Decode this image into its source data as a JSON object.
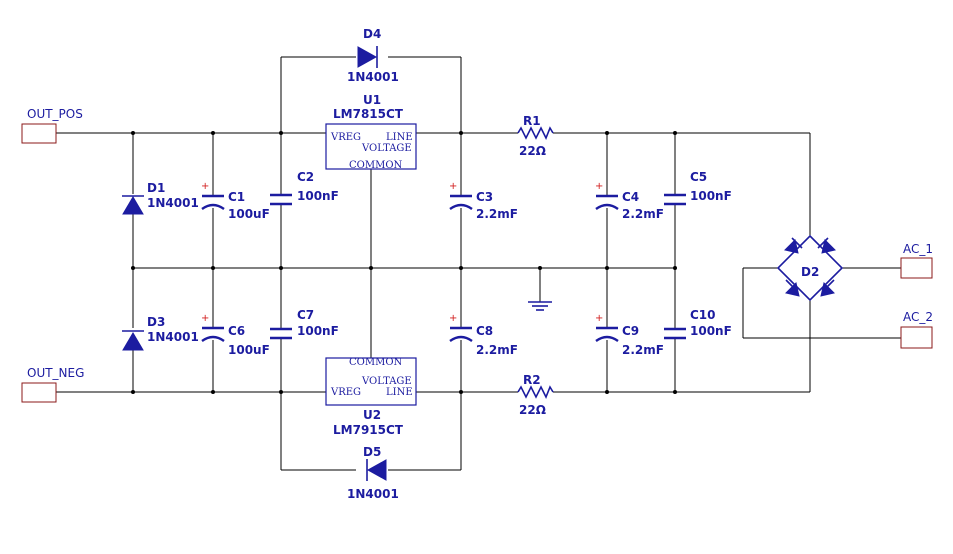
{
  "ports": {
    "out_pos": "OUT_POS",
    "out_neg": "OUT_NEG",
    "ac_1": "AC_1",
    "ac_2": "AC_2"
  },
  "components": {
    "D1": {
      "ref": "D1",
      "value": "1N4001"
    },
    "D3": {
      "ref": "D3",
      "value": "1N4001"
    },
    "D4": {
      "ref": "D4",
      "value": "1N4001"
    },
    "D5": {
      "ref": "D5",
      "value": "1N4001"
    },
    "D2": {
      "ref": "D2"
    },
    "C1": {
      "ref": "C1",
      "value": "100uF"
    },
    "C6": {
      "ref": "C6",
      "value": "100uF"
    },
    "C2": {
      "ref": "C2",
      "value": "100nF"
    },
    "C7": {
      "ref": "C7",
      "value": "100nF"
    },
    "C3": {
      "ref": "C3",
      "value": "2.2mF"
    },
    "C8": {
      "ref": "C8",
      "value": "2.2mF"
    },
    "C4": {
      "ref": "C4",
      "value": "2.2mF"
    },
    "C9": {
      "ref": "C9",
      "value": "2.2mF"
    },
    "C5": {
      "ref": "C5",
      "value": "100nF"
    },
    "C10": {
      "ref": "C10",
      "value": "100nF"
    },
    "R1": {
      "ref": "R1",
      "value": "22Ω"
    },
    "R2": {
      "ref": "R2",
      "value": "22Ω"
    },
    "U1": {
      "ref": "U1",
      "value": "LM7815CT",
      "pin_vreg": "VREG",
      "pin_line": "LINE",
      "pin_voltage": "VOLTAGE",
      "pin_common": "COMMON"
    },
    "U2": {
      "ref": "U2",
      "value": "LM7915CT",
      "pin_vreg": "VREG",
      "pin_line": "LINE",
      "pin_voltage": "VOLTAGE",
      "pin_common": "COMMON"
    }
  },
  "polarity_mark": "+",
  "colors": {
    "wire": "#000000",
    "component": "#1c1ca0",
    "text": "#1c1ca0",
    "polarity": "#d21e1e",
    "port_border": "#8b1a1a"
  }
}
